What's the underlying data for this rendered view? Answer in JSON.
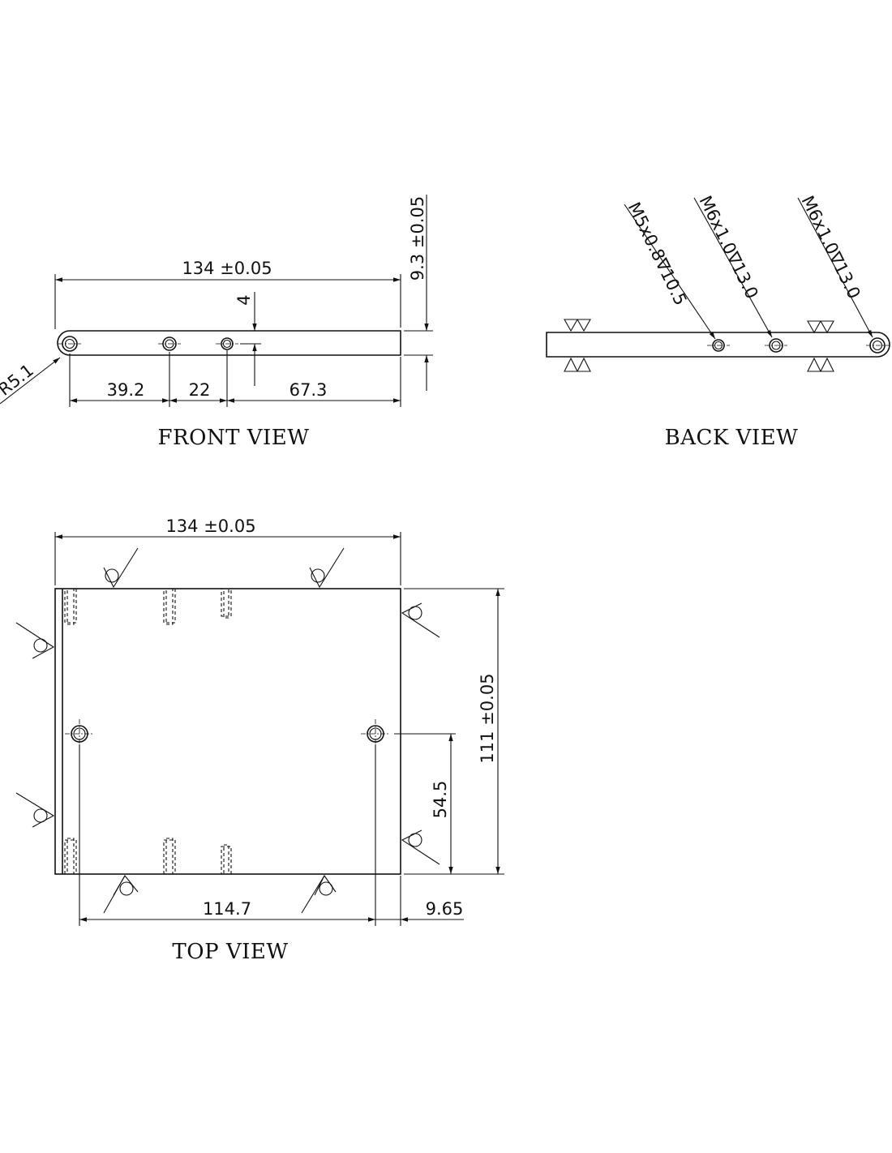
{
  "views": {
    "front": {
      "title": "FRONT VIEW"
    },
    "back": {
      "title": "BACK VIEW"
    },
    "top": {
      "title": "TOP VIEW"
    }
  },
  "dimensions": {
    "front_length": "134 ±0.05",
    "front_thickness": "9.3 ±0.05",
    "front_hole_offset": "4",
    "front_radius": "R5.1",
    "front_spacing_1": "39.2",
    "front_spacing_2": "22",
    "front_spacing_3": "67.3",
    "top_length": "134 ±0.05",
    "top_width": "111 ±0.05",
    "top_hole_y": "54.5",
    "top_hole_span": "114.7",
    "top_hole_edge": "9.65"
  },
  "callouts": {
    "thread_1": "M5x0.8∇10.5",
    "thread_2": "M6x1.0∇13.0",
    "thread_3": "M6x1.0∇13.0"
  }
}
